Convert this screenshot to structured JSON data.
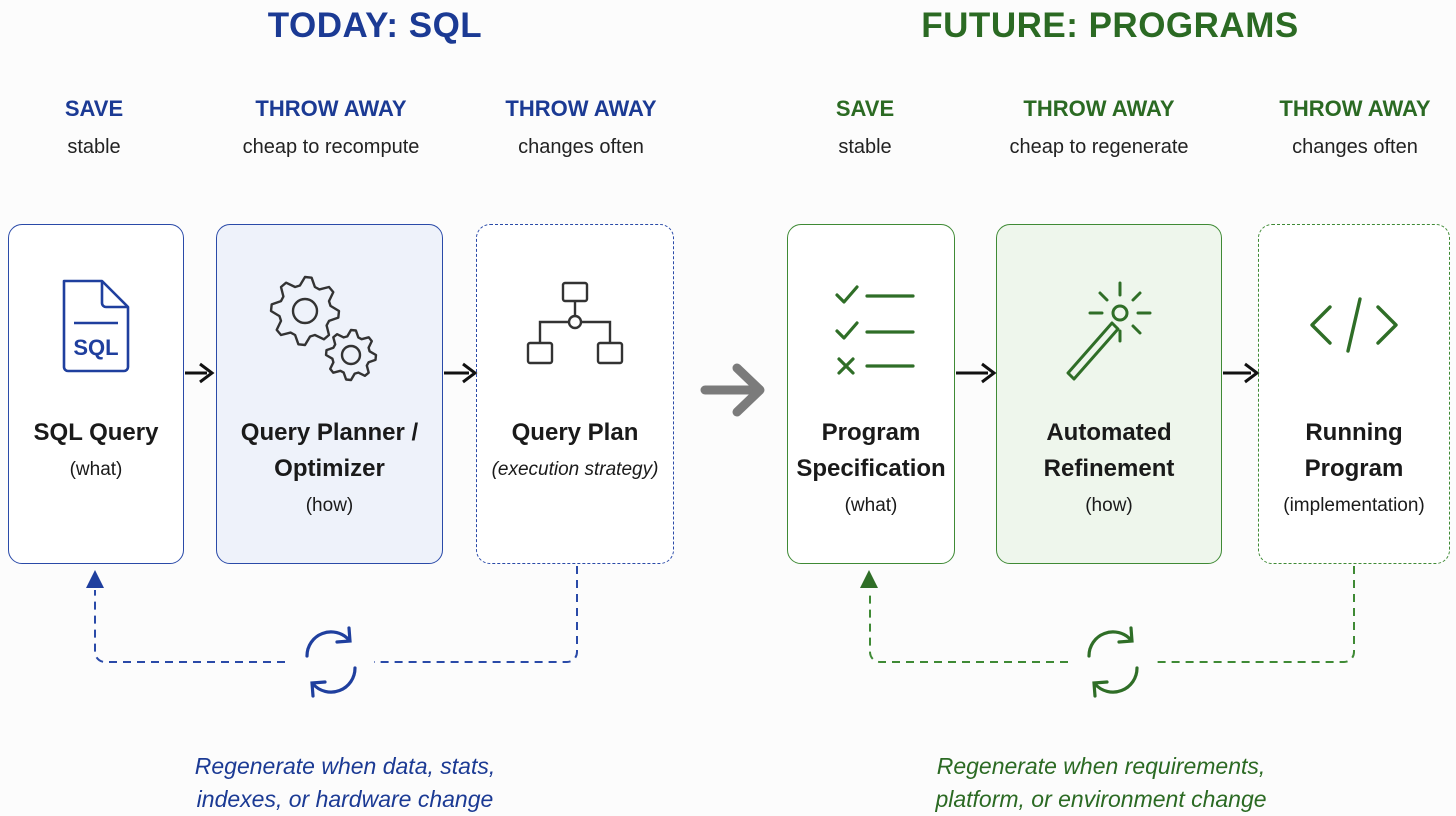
{
  "left": {
    "title": "TODAY: SQL",
    "columns": [
      {
        "label": "SAVE",
        "sub": "stable"
      },
      {
        "label": "THROW AWAY",
        "sub": "cheap to recompute"
      },
      {
        "label": "THROW AWAY",
        "sub": "changes often"
      }
    ],
    "boxes": [
      {
        "name1": "SQL Query",
        "name2": "",
        "note": "(what)",
        "icon_text": "SQL",
        "icon": "sql-file-icon"
      },
      {
        "name1": "Query Planner /",
        "name2": "Optimizer",
        "note": "(how)",
        "icon": "gears-icon"
      },
      {
        "name1": "Query Plan",
        "name2": "",
        "note": "(execution strategy)",
        "icon": "plan-tree-icon"
      }
    ],
    "caption_line1": "Regenerate when data, stats,",
    "caption_line2": "indexes, or hardware change",
    "color": "#1b3a94"
  },
  "right": {
    "title": "FUTURE: PROGRAMS",
    "columns": [
      {
        "label": "SAVE",
        "sub": "stable"
      },
      {
        "label": "THROW AWAY",
        "sub": "cheap to regenerate"
      },
      {
        "label": "THROW AWAY",
        "sub": "changes often"
      }
    ],
    "boxes": [
      {
        "name1": "Program",
        "name2": "Specification",
        "note": "(what)",
        "icon": "checklist-icon"
      },
      {
        "name1": "Automated",
        "name2": "Refinement",
        "note": "(how)",
        "icon": "magic-wand-icon"
      },
      {
        "name1": "Running",
        "name2": "Program",
        "note": "(implementation)",
        "icon": "code-icon"
      }
    ],
    "caption_line1": "Regenerate when requirements,",
    "caption_line2": "platform, or environment change",
    "color": "#2b6a23"
  }
}
